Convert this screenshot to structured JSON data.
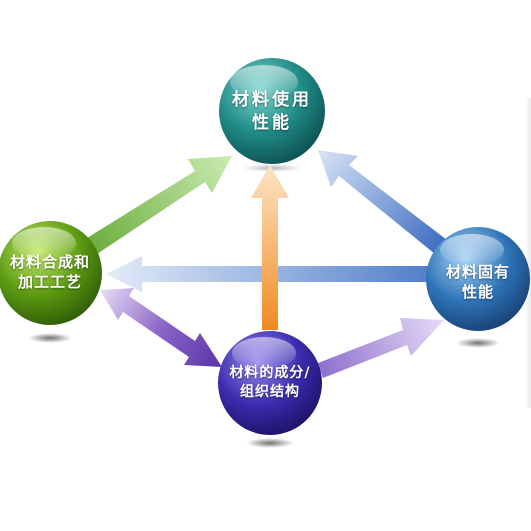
{
  "nodes": {
    "performance": {
      "label_line1": "材料使用",
      "label_line2": "性能",
      "color": "#1f7f7c"
    },
    "synthesis": {
      "label_line1": "材料合成和",
      "label_line2": "加工工艺",
      "color": "#5c9a12"
    },
    "properties": {
      "label_line1": "材料固有",
      "label_line2": "性能",
      "color": "#2d6fae"
    },
    "structure": {
      "label_line1": "材料的成分/",
      "label_line2": "组织结构",
      "color": "#3b2cae"
    }
  },
  "arrows": {
    "synthesis_to_performance": {
      "color": "#7fc04e"
    },
    "properties_to_performance": {
      "color": "#4a78c6"
    },
    "structure_to_performance": {
      "color": "#f08a22"
    },
    "properties_to_synthesis": {
      "color": "#5b86cc"
    },
    "synthesis_structure": {
      "color": "#7a4fb8"
    },
    "structure_to_properties": {
      "color": "#8a67c8"
    }
  }
}
